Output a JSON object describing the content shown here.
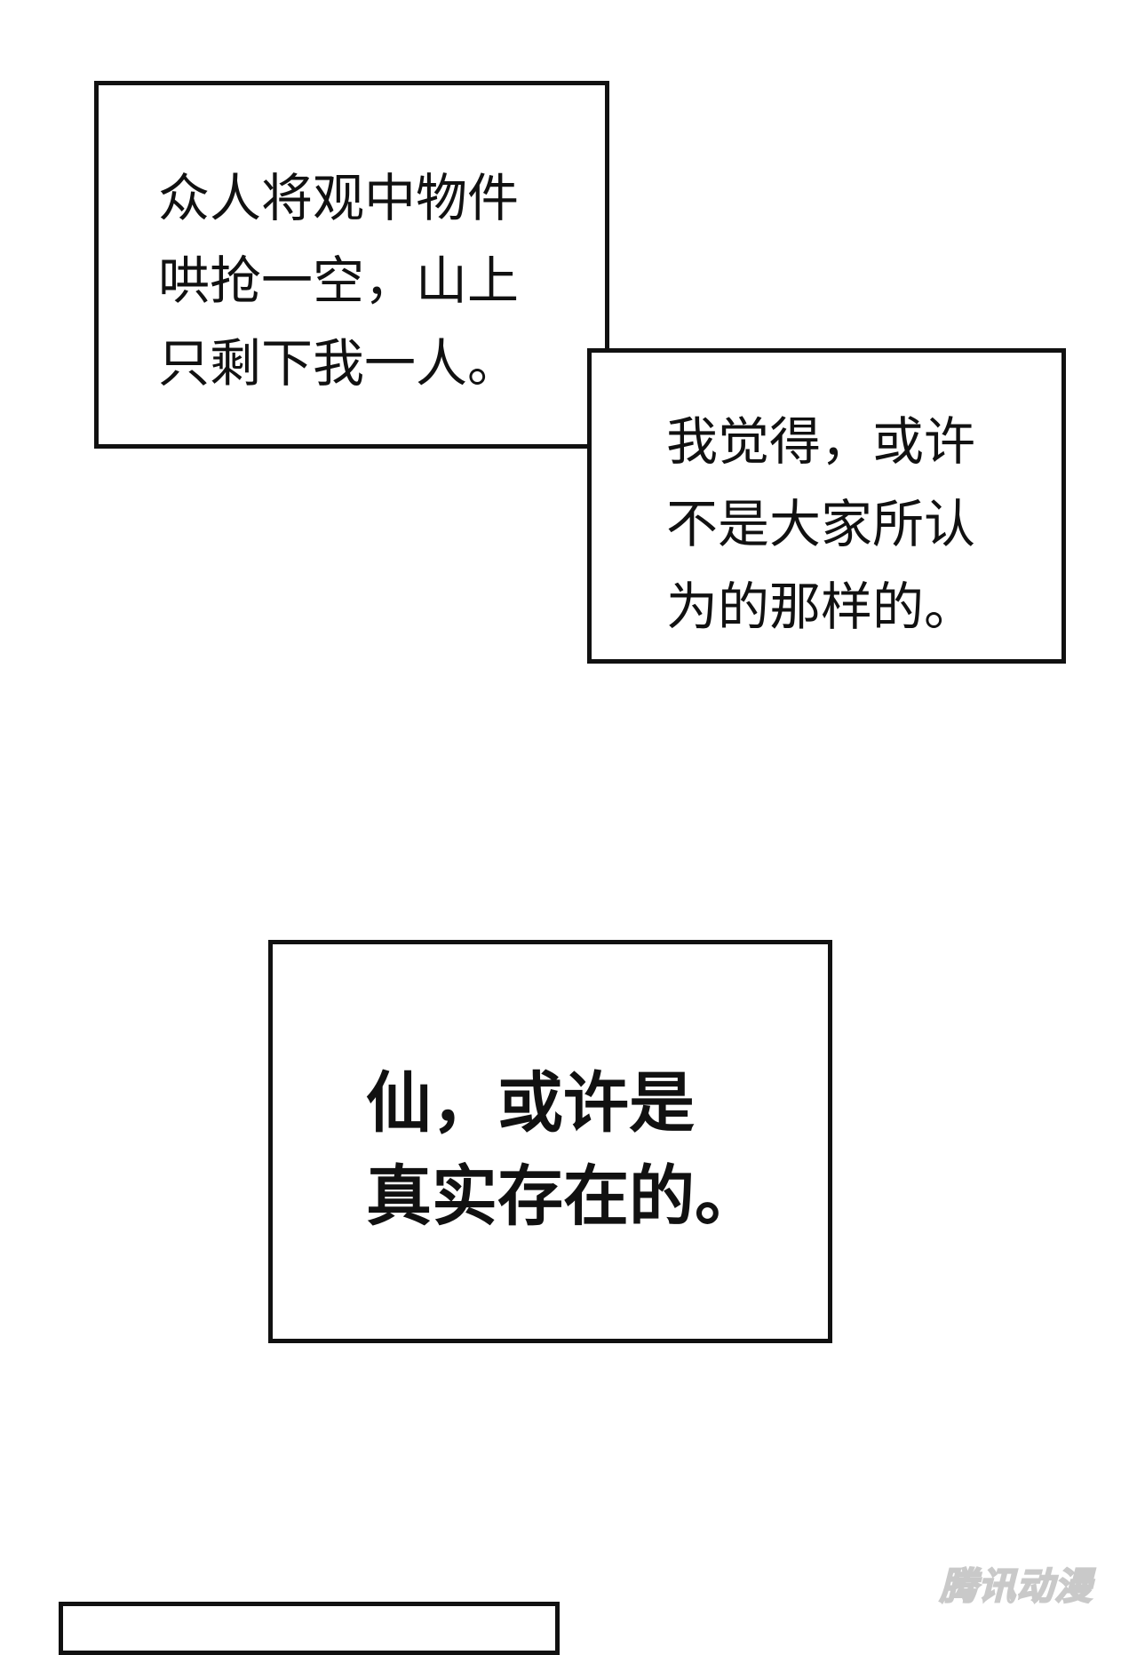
{
  "panel_1": {
    "lines": [
      "众人将观中物件",
      "哄抢一空，山上",
      "只剩下我一人。"
    ]
  },
  "panel_2": {
    "lines": [
      "我觉得，或许",
      "不是大家所认",
      "为的那样的。"
    ]
  },
  "panel_3": {
    "lines": [
      "仙，或许是",
      "真实存在的。"
    ]
  },
  "watermark": {
    "text": "腾讯动漫"
  },
  "colors": {
    "ink": "#111111",
    "paper": "#ffffff"
  }
}
